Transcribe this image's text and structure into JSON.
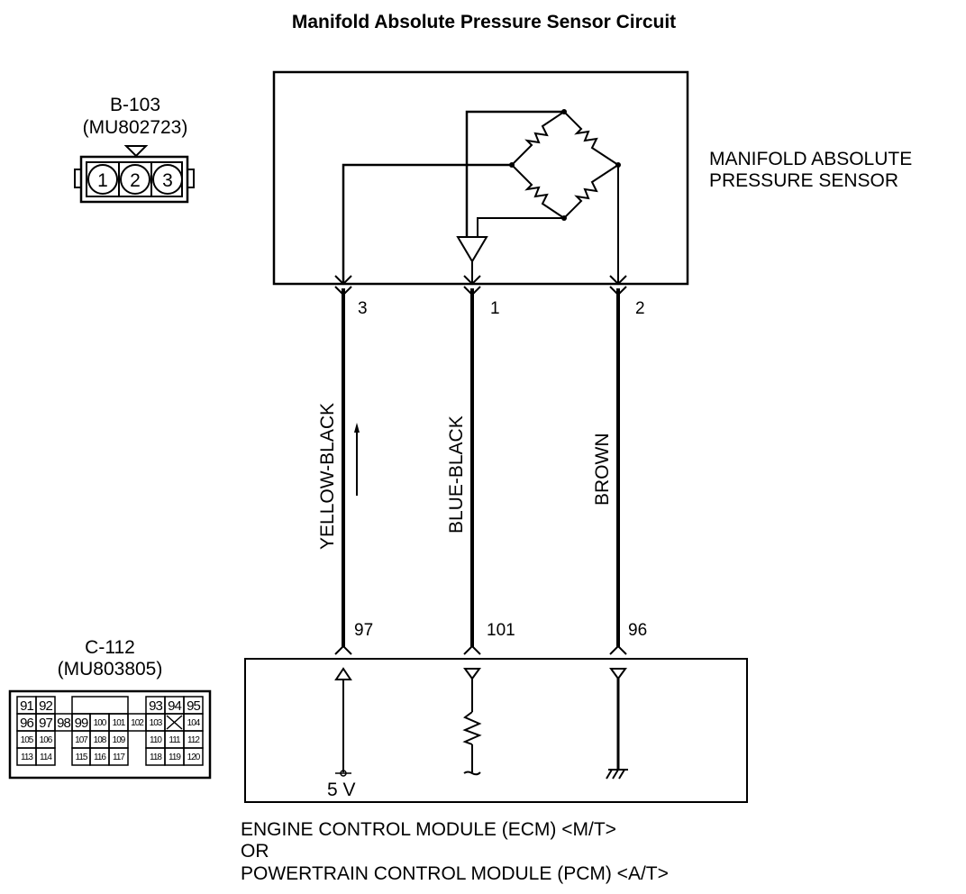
{
  "title": "Manifold Absolute Pressure Sensor Circuit",
  "sensor": {
    "label_line1": "MANIFOLD ABSOLUTE",
    "label_line2": "PRESSURE SENSOR",
    "pins": [
      "3",
      "1",
      "2"
    ]
  },
  "connector_b103": {
    "id": "B-103",
    "part": "(MU802723)",
    "terminals": [
      "1",
      "2",
      "3"
    ]
  },
  "connector_c112": {
    "id": "C-112",
    "part": "(MU803805)",
    "rows": [
      [
        "91",
        "92",
        "",
        "",
        "",
        "",
        "",
        "",
        "93",
        "94",
        "95"
      ],
      [
        "96",
        "97",
        "98",
        "99",
        "100",
        "101",
        "102",
        "103",
        "X",
        "104"
      ],
      [
        "105",
        "106",
        "",
        "107",
        "108",
        "109",
        "",
        "110",
        "111",
        "112"
      ],
      [
        "113",
        "114",
        "",
        "115",
        "116",
        "117",
        "",
        "118",
        "119",
        "120"
      ]
    ]
  },
  "wires": [
    {
      "color": "YELLOW-BLACK",
      "sensor_pin": "3",
      "module_pin": "97"
    },
    {
      "color": "BLUE-BLACK",
      "sensor_pin": "1",
      "module_pin": "101"
    },
    {
      "color": "BROWN",
      "sensor_pin": "2",
      "module_pin": "96"
    }
  ],
  "module": {
    "supply_label": "5 V",
    "label_line1": "ENGINE CONTROL MODULE (ECM) <M/T>",
    "label_line2": "OR",
    "label_line3": "POWERTRAIN CONTROL MODULE (PCM) <A/T>"
  }
}
